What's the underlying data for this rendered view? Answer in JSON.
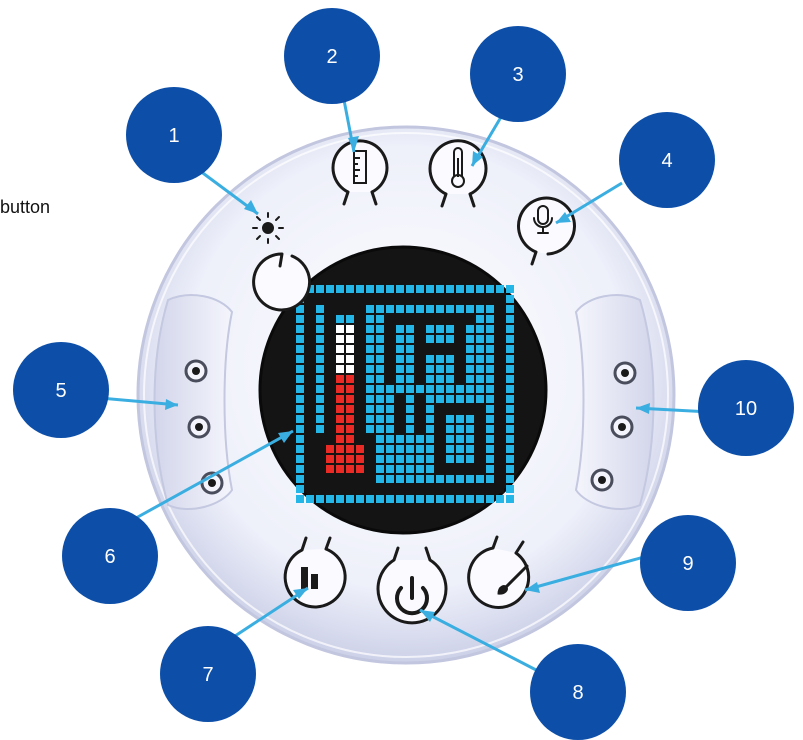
{
  "stray_text": "button",
  "colors": {
    "callout_fill": "#0d4fa8",
    "leader_line": "#3aaee0",
    "device_body": "#eceef8",
    "device_rim": "#c9cde4",
    "screen_bg": "#141414",
    "pixel_cyan": "#23b6e6",
    "pixel_red": "#ea2a24",
    "pixel_white": "#ffffff",
    "icon_stroke": "#1a1a1a",
    "port_ring": "#4a4d5c"
  },
  "icons": {
    "1": "light-sensor-icon",
    "2": "ruler-icon",
    "3": "thermometer-icon",
    "4": "microphone-icon",
    "7": "bar-chart-icon",
    "8": "power-icon",
    "9": "paint-brush-icon"
  },
  "callouts": [
    {
      "number": "1",
      "target": "light-sensor-button"
    },
    {
      "number": "2",
      "target": "distance-sensor-button"
    },
    {
      "number": "3",
      "target": "temperature-sensor-button"
    },
    {
      "number": "4",
      "target": "sound-sensor-button"
    },
    {
      "number": "5",
      "target": "left-ports"
    },
    {
      "number": "6",
      "target": "led-display"
    },
    {
      "number": "7",
      "target": "graph-button"
    },
    {
      "number": "8",
      "target": "power-button"
    },
    {
      "number": "9",
      "target": "draw-button"
    },
    {
      "number": "10",
      "target": "right-ports"
    }
  ]
}
